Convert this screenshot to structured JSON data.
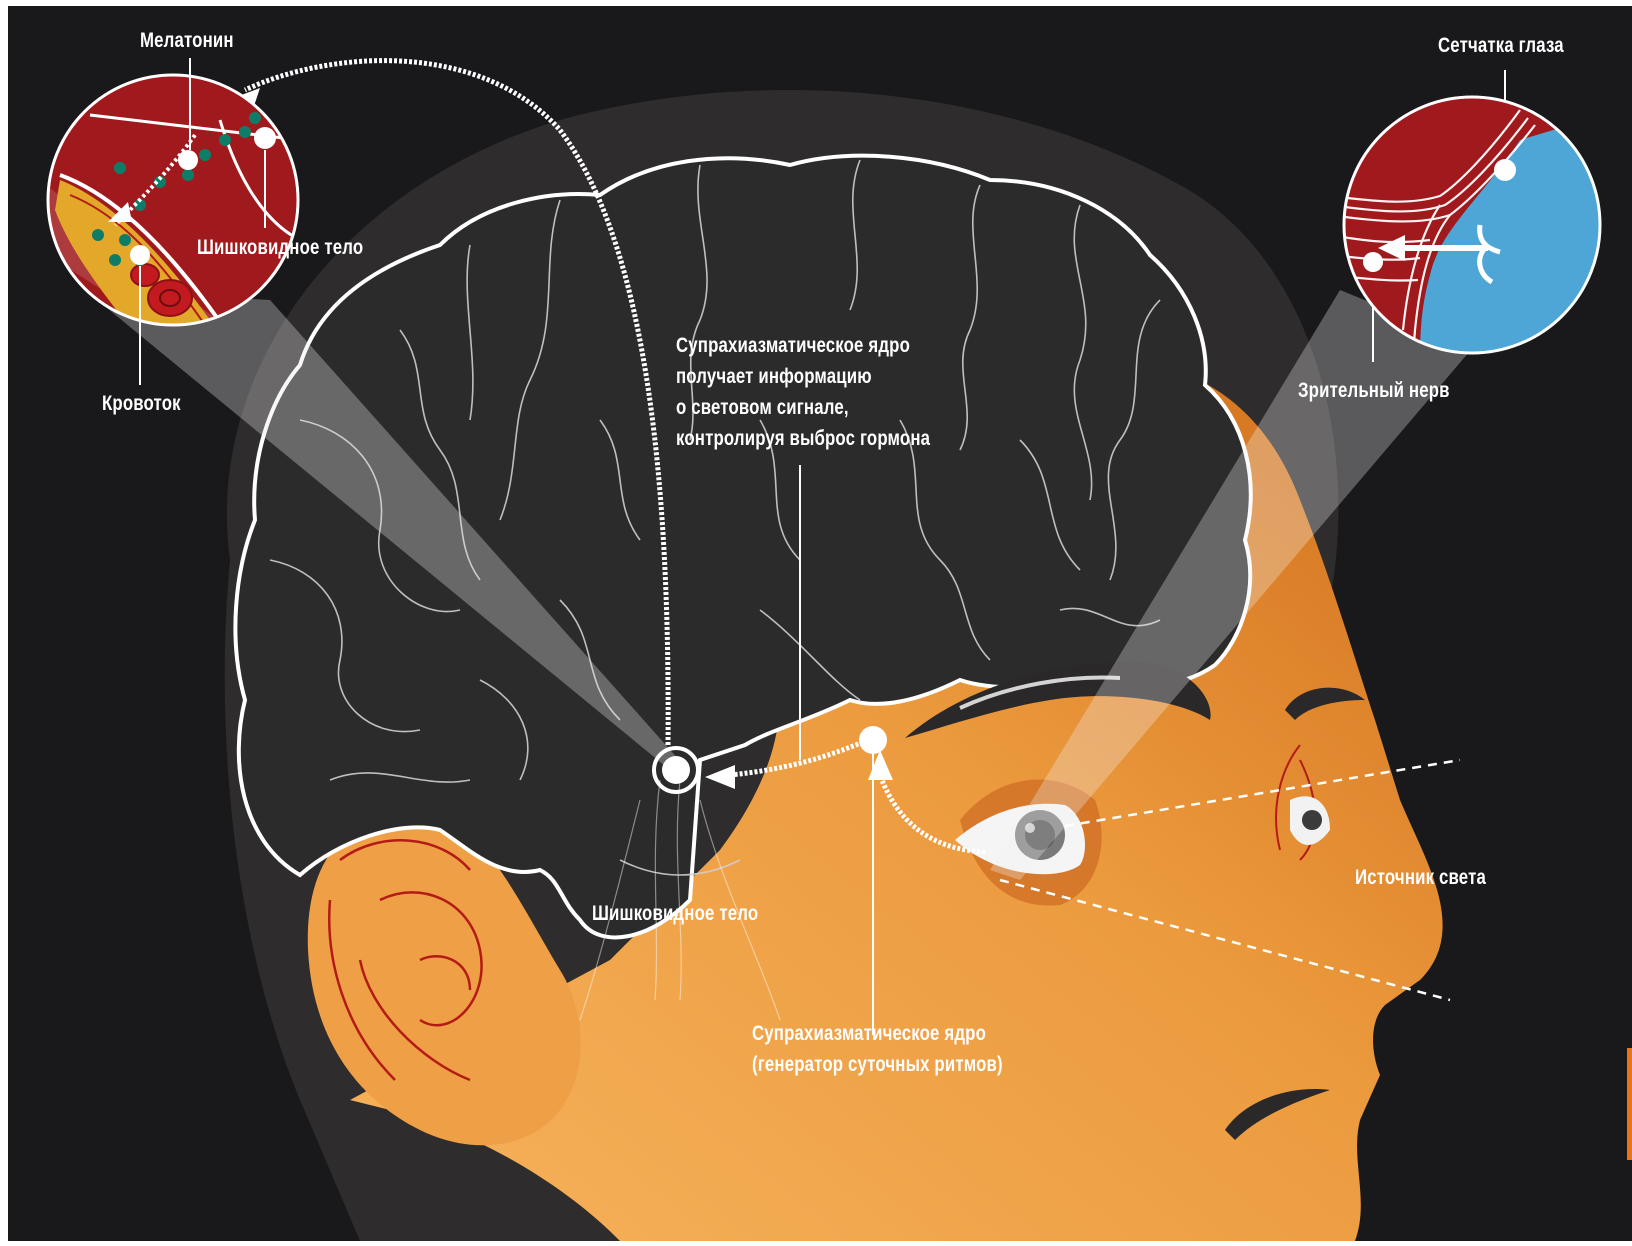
{
  "labels": {
    "melatonin": "Мелатонин",
    "retina": "Сетчатка глаза",
    "pineal_inset": "Шишковидное тело",
    "blood_flow": "Кровоток",
    "optic_nerve": "Зрительный нерв",
    "scn_info": [
      "Супрахиазматическое ядро",
      "получает информацию",
      "о световом сигнале,",
      "контролируя выброс гормона"
    ],
    "pineal_main": "Шишковидное тело",
    "light_source": "Источник света",
    "scn_main": [
      "Супрахиазматическое ядро",
      "(генератор суточных ритмов)"
    ]
  },
  "colors": {
    "background": "#19181b",
    "skin_light": "#f3ad55",
    "skin_dark": "#d9771f",
    "brain": "#2c2b2c",
    "tissue_red": "#a0191d",
    "eye_blue": "#4da6d6",
    "melatonin_dot": "#0e7d68",
    "accent_orange": "#e8741c"
  },
  "icons": [
    "arrow-head-icon",
    "node-dot-icon"
  ]
}
